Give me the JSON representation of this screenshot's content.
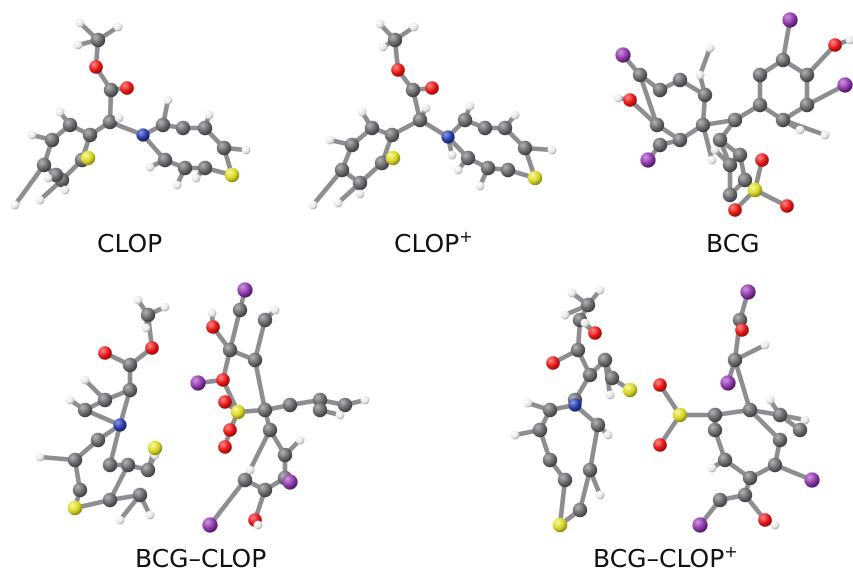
{
  "colors": {
    "carbon": "#6e6e72",
    "bond": "#8e8e92",
    "hydrogen": "#eeeeee",
    "oxygen": "#e81a1a",
    "nitrogen": "#2b3fa8",
    "sulfur": "#d8d62a",
    "bromine": "#8e3aa8"
  },
  "panels": [
    {
      "id": "clop",
      "label": "CLOP",
      "superscript": ""
    },
    {
      "id": "clopp",
      "label": "CLOP",
      "superscript": "+"
    },
    {
      "id": "bcg",
      "label": "BCG",
      "superscript": ""
    },
    {
      "id": "bcgclop",
      "label": "BCG–CLOP",
      "superscript": ""
    },
    {
      "id": "bcgclopp",
      "label": "BCG–CLOP",
      "superscript": "+"
    }
  ]
}
